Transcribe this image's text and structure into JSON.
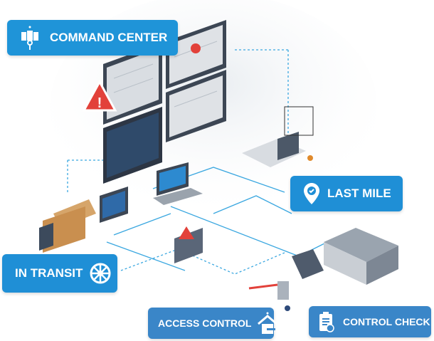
{
  "labels": {
    "command_center": "COMMAND CENTER",
    "last_mile": "LAST MILE",
    "in_transit": "IN TRANSIT",
    "access_control": "ACCESS CONTROL",
    "control_check": "CONTROL CHECK"
  },
  "colors": {
    "label_blue": "#1f94d8",
    "label_blue_dark": "#3a86c8",
    "connector": "#3aa7e0",
    "alert_red": "#e2413a"
  },
  "icons": [
    "map-pin-icon",
    "wheel-icon",
    "home-icon",
    "clipboard-check-icon",
    "command-tower-icon",
    "alert-icon"
  ]
}
